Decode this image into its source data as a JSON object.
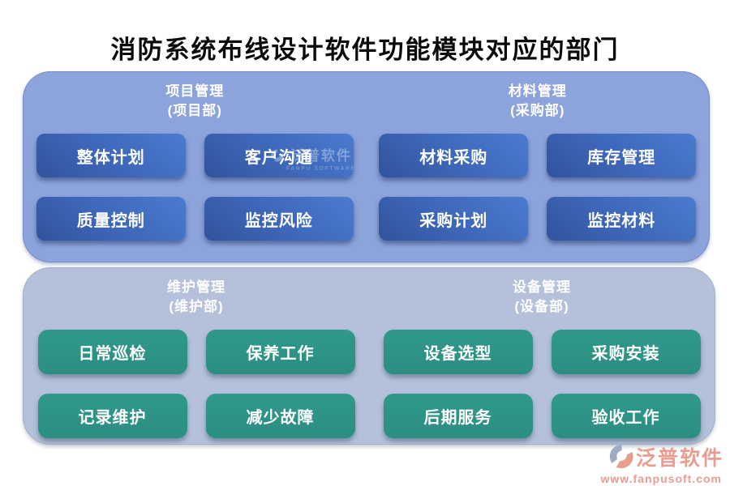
{
  "page": {
    "title": "消防系统布线设计软件功能模块对应的部门"
  },
  "colors": {
    "panel_top_bg": "#8CA4DB",
    "panel_bottom_bg": "#B5C1DA",
    "button_blue_light": "#4A7BD0",
    "button_blue_dark": "#31539C",
    "button_teal": "#2D9488",
    "brand": "#E99C90",
    "title_text": "#0B0B0B",
    "button_text": "#FFFFFF"
  },
  "panels": [
    {
      "name": "project-material-panel",
      "sections": [
        {
          "title": "项目管理",
          "department": "(项目部)",
          "buttons": [
            "整体计划",
            "客户沟通",
            "质量控制",
            "监控风险"
          ]
        },
        {
          "title": "材料管理",
          "department": "(采购部)",
          "buttons": [
            "材料采购",
            "库存管理",
            "采购计划",
            "监控材料"
          ]
        }
      ]
    },
    {
      "name": "maintenance-equipment-panel",
      "sections": [
        {
          "title": "维护管理",
          "department": "(维护部)",
          "buttons": [
            "日常巡检",
            "保养工作",
            "记录维护",
            "减少故障"
          ]
        },
        {
          "title": "设备管理",
          "department": "(设备部)",
          "buttons": [
            "设备选型",
            "采购安装",
            "后期服务",
            "验收工作"
          ]
        }
      ]
    }
  ],
  "watermark": {
    "name": "泛普软件",
    "subtitle": "FANPU SOFTWARE"
  },
  "brand": {
    "name": "泛普软件",
    "url": "www.fanpusoft.com"
  }
}
